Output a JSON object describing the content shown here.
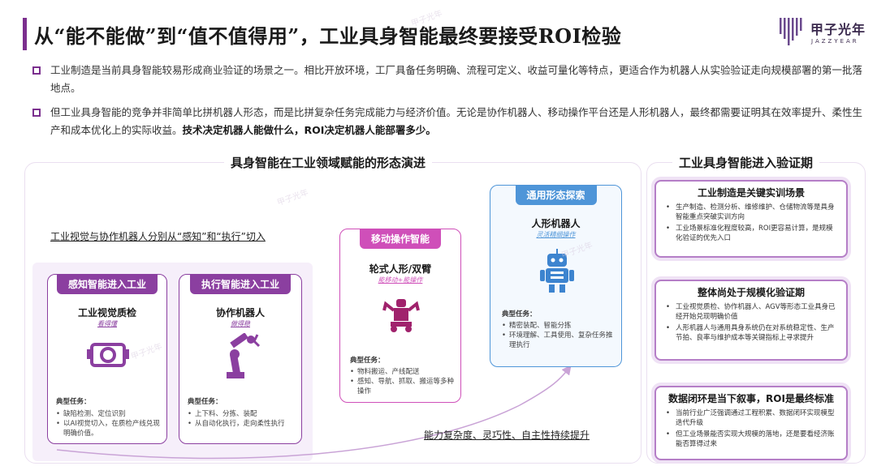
{
  "header": {
    "title": "从“能不能做”到“值不值得用”，工业具身智能最终要接受ROI检验",
    "logo_cn": "甲子光年",
    "logo_en": "JAZZYEAR"
  },
  "paragraphs": [
    {
      "text": "工业制造是当前具身智能较易形成商业验证的场景之一。相比开放环境，工厂具备任务明确、流程可定义、收益可量化等特点，更适合作为机器人从实验验证走向规模部署的第一批落地点。",
      "bold": ""
    },
    {
      "text": "但工业具身智能的竞争并非简单比拼机器人形态，而是比拼复杂任务完成能力与经济价值。无论是协作机器人、移动操作平台还是人形机器人，最终都需要证明其在效率提升、柔性生产和成本优化上的实际收益。",
      "bold": "技术决定机器人能做什么，ROI决定机器人能部署多少。"
    }
  ],
  "left_section": {
    "title": "具身智能在工业领域赋能的形态演进",
    "cut_in_text": "工业视觉与协作机器人分别从“感知”和“执行”切入",
    "ability_text": "能力复杂度、灵巧性、自主性持续提升",
    "cards": [
      {
        "head": "感知智能进入工业",
        "sub": "工业视觉质检",
        "subsub": "看得懂",
        "icon": "industrial-camera-icon",
        "task_title": "典型任务：",
        "tasks": [
          "缺陷检测、定位识别",
          "以AI视觉切入，在质检产线兑现明确价值。"
        ]
      },
      {
        "head": "执行智能进入工业",
        "sub": "协作机器人",
        "subsub": "做得稳",
        "icon": "robot-arm-icon",
        "task_title": "典型任务：",
        "tasks": [
          "上下料、分拣、装配",
          "从自动化执行，走向柔性执行"
        ]
      },
      {
        "head": "移动操作智能",
        "sub": "轮式人形/双臂",
        "subsub": "能移动+能操作",
        "icon": "dual-arm-robot-icon",
        "task_title": "典型任务：",
        "tasks": [
          "物料搬运、产线配送",
          "感知、导航、抓取、搬运等多种操作"
        ]
      },
      {
        "head": "通用形态探索",
        "sub": "人形机器人",
        "subsub": "灵活精细操作",
        "icon": "humanoid-robot-icon",
        "task_title": "典型任务：",
        "tasks": [
          "精密装配、智能分拣",
          "环境理解、工具使用、复杂任务推理执行"
        ]
      }
    ]
  },
  "right_section": {
    "title": "工业具身智能进入验证期",
    "boxes": [
      {
        "title": "工业制造是关键实训场景",
        "items": [
          "生产制造、检测分析、维修维护、仓储物流等是具身智能重点突破实训方向",
          "工业场景标准化程度较高，ROI更容易计算，是规模化验证的优先入口"
        ]
      },
      {
        "title": "整体尚处于规模化验证期",
        "items": [
          "工业视觉质检、协作机器人、AGV等形态工业具身已经开始兑现明确价值",
          "人形机器人与通用具身系统仍在对系统稳定性、生产节拍、良率与维护成本等关键指标上寻求提升"
        ]
      },
      {
        "title": "数据闭环是当下叙事，ROI是最终标准",
        "items": [
          "当前行业广泛强调通过工程积累、数据闭环实现模型迭代升级",
          "但工业场景能否实现大规模的落地，还是要看经济账能否算得过来"
        ]
      }
    ]
  },
  "watermark": "甲子光年",
  "colors": {
    "brand_purple": "#7b2f8e",
    "card_purple": "#8b3fa0",
    "card_magenta": "#cf4fb9",
    "card_blue": "#4e95d8"
  }
}
